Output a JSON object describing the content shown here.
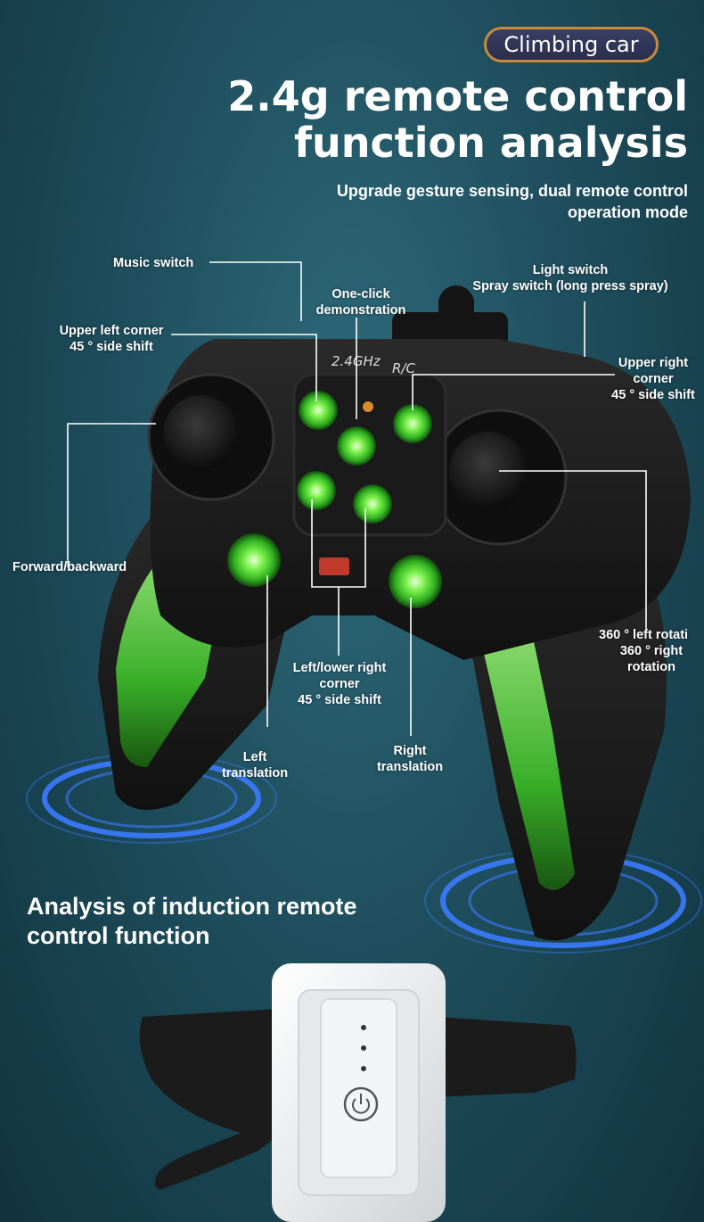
{
  "badge": "Climbing car",
  "title_line1": "2.4g remote control",
  "title_line2": "function analysis",
  "subtitle_line1": "Upgrade gesture sensing, dual remote control",
  "subtitle_line2": "operation mode",
  "controller_text": {
    "band": "2.4GHz",
    "rc": "R/C"
  },
  "labels": {
    "music_switch": "Music switch",
    "one_click_1": "One-click",
    "one_click_2": "demonstration",
    "light_switch": "Light switch",
    "spray_switch": "Spray switch (long press spray)",
    "upper_left_1": "Upper left corner",
    "upper_left_2": "45 ° side shift",
    "upper_right_1": "Upper right",
    "upper_right_2": "corner",
    "upper_right_3": "45 ° side shift",
    "forward_backward": "Forward/backward",
    "rotate_left": "360 ° left rotati",
    "rotate_right_1": "360 ° right",
    "rotate_right_2": "rotation",
    "lower_1": "Left/lower right",
    "lower_2": "corner",
    "lower_3": "45 ° side shift",
    "left_trans_1": "Left",
    "left_trans_2": "translation",
    "right_trans_1": "Right",
    "right_trans_2": "translation"
  },
  "section2_line1": "Analysis of induction remote",
  "section2_line2": "control function",
  "colors": {
    "background": "#1f4f5e",
    "button_glow": "#57e23a",
    "badge_border": "#c98a3c",
    "ring_blue": "#3b7bff",
    "controller_body": "#1c1c1c"
  }
}
